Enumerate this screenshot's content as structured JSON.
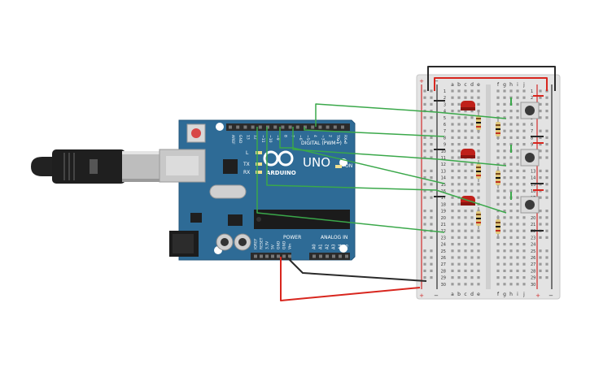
{
  "board": {
    "brand": "ARDUINO",
    "model": "UNO",
    "digital_label": "DIGITAL (PWM~)",
    "power_label": "POWER",
    "analog_label": "ANALOG IN",
    "on_label": "ON",
    "l_label": "L",
    "tx_label": "TX",
    "rx_label": "RX",
    "digital_pins": [
      "AREF",
      "GND",
      "13",
      "12",
      "~11",
      "~10",
      "~9",
      "8",
      "7",
      "~6",
      "~5",
      "4",
      "~3",
      "2",
      "TX▸1",
      "RX◂0"
    ],
    "power_pins": [
      "IOREF",
      "RESET",
      "3.3V",
      "5V",
      "GND",
      "GND",
      "Vin"
    ],
    "analog_pins": [
      "A0",
      "A1",
      "A2",
      "A3",
      "A4",
      "A5"
    ]
  },
  "breadboard": {
    "columns_left": [
      "a",
      "b",
      "c",
      "d",
      "e"
    ],
    "columns_right": [
      "f",
      "g",
      "h",
      "i",
      "j"
    ],
    "row_numbers": [
      "1",
      "2",
      "3",
      "4",
      "5",
      "6",
      "7",
      "8",
      "9",
      "10",
      "11",
      "12",
      "13",
      "14",
      "15",
      "16",
      "17",
      "18",
      "19",
      "20",
      "21",
      "22",
      "23",
      "24",
      "25",
      "26",
      "27",
      "28",
      "29",
      "30"
    ],
    "rail_plus": "+",
    "rail_minus": "−"
  },
  "colors": {
    "board": "#2e6b96",
    "board_edge": "#23557a",
    "header": "#2b2b2b",
    "breadboard": "#e3e3e3",
    "rail_red": "#d02b2b",
    "rail_blue": "#2b2b2b",
    "wire_green": "#3aa84a",
    "wire_red": "#d8261e",
    "wire_black": "#2a2a2a",
    "led_red": "#c0201a",
    "resistor": "#e0c97c",
    "button": "#3a3a3a"
  }
}
